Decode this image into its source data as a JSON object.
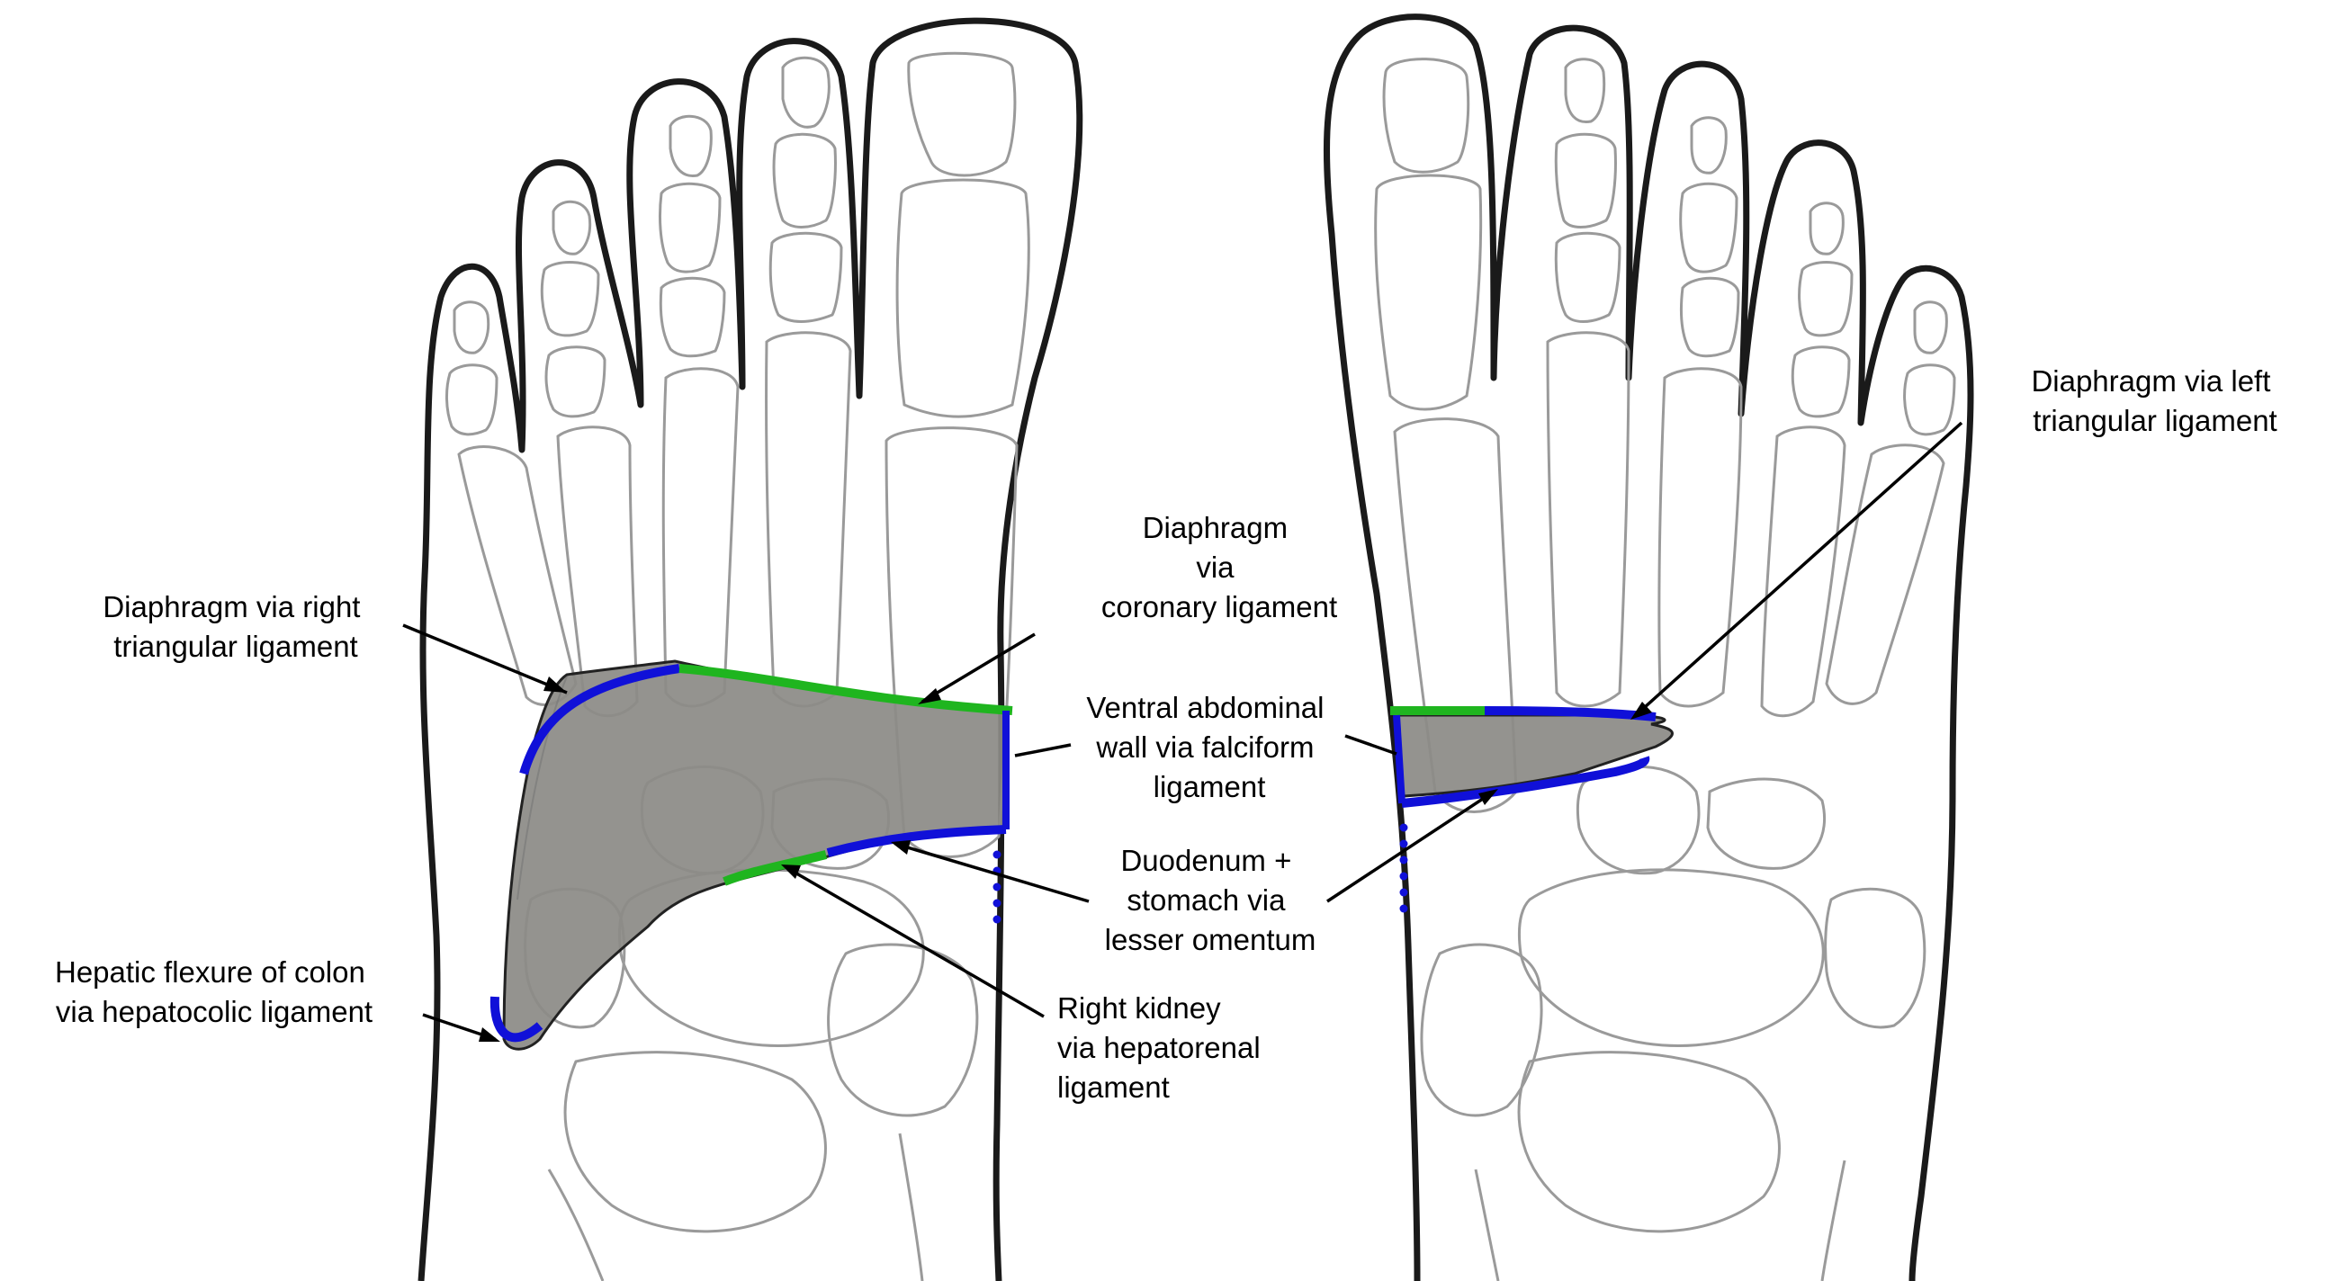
{
  "figure": {
    "colors": {
      "outline": "#1a1a1a",
      "bone": "#9a9a9a",
      "liver_fill": "#8c8b87",
      "attachment_blue": "#1010d8",
      "attachment_green": "#1fb51f",
      "leader": "#000000"
    },
    "labels": {
      "diaphragm_right_triangular": [
        "Diaphragm via right",
        "triangular ligament"
      ],
      "hepatic_flexure": [
        "Hepatic flexure of colon",
        "via hepatocolic ligament"
      ],
      "diaphragm_coronary": [
        "Diaphragm",
        "via",
        "coronary ligament"
      ],
      "ventral_falciform": [
        "Ventral abdominal",
        "wall via falciform",
        "ligament"
      ],
      "duodenum_lesser_omentum": [
        "Duodenum +",
        "stomach via",
        "lesser omentum"
      ],
      "right_kidney": [
        "Right kidney",
        "via hepatorenal",
        "ligament"
      ],
      "diaphragm_left_triangular": [
        "Diaphragm via left",
        "triangular ligament"
      ]
    }
  }
}
